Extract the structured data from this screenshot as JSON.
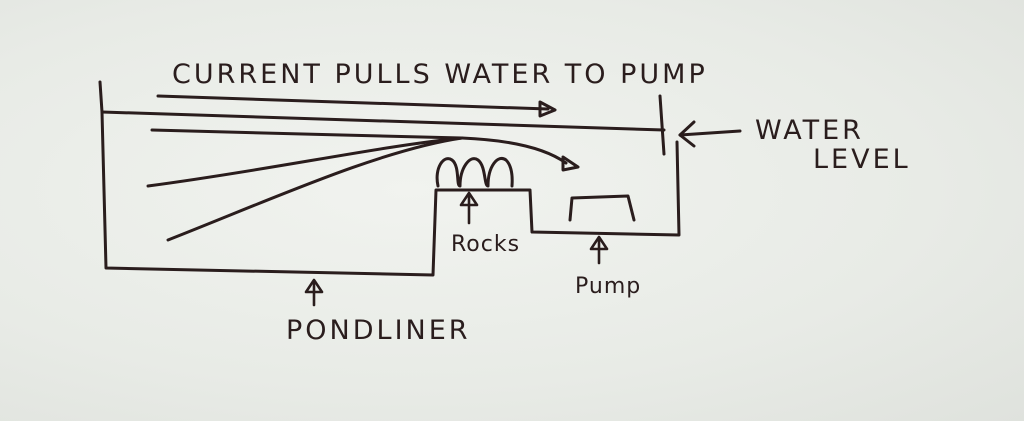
{
  "labels": {
    "title": "CURRENT PULLS WATER TO PUMP",
    "water_level_line1": "WATER",
    "water_level_line2": "LEVEL",
    "rocks": "Rocks",
    "pump": "Pump",
    "pondliner": "PONDLINER"
  }
}
